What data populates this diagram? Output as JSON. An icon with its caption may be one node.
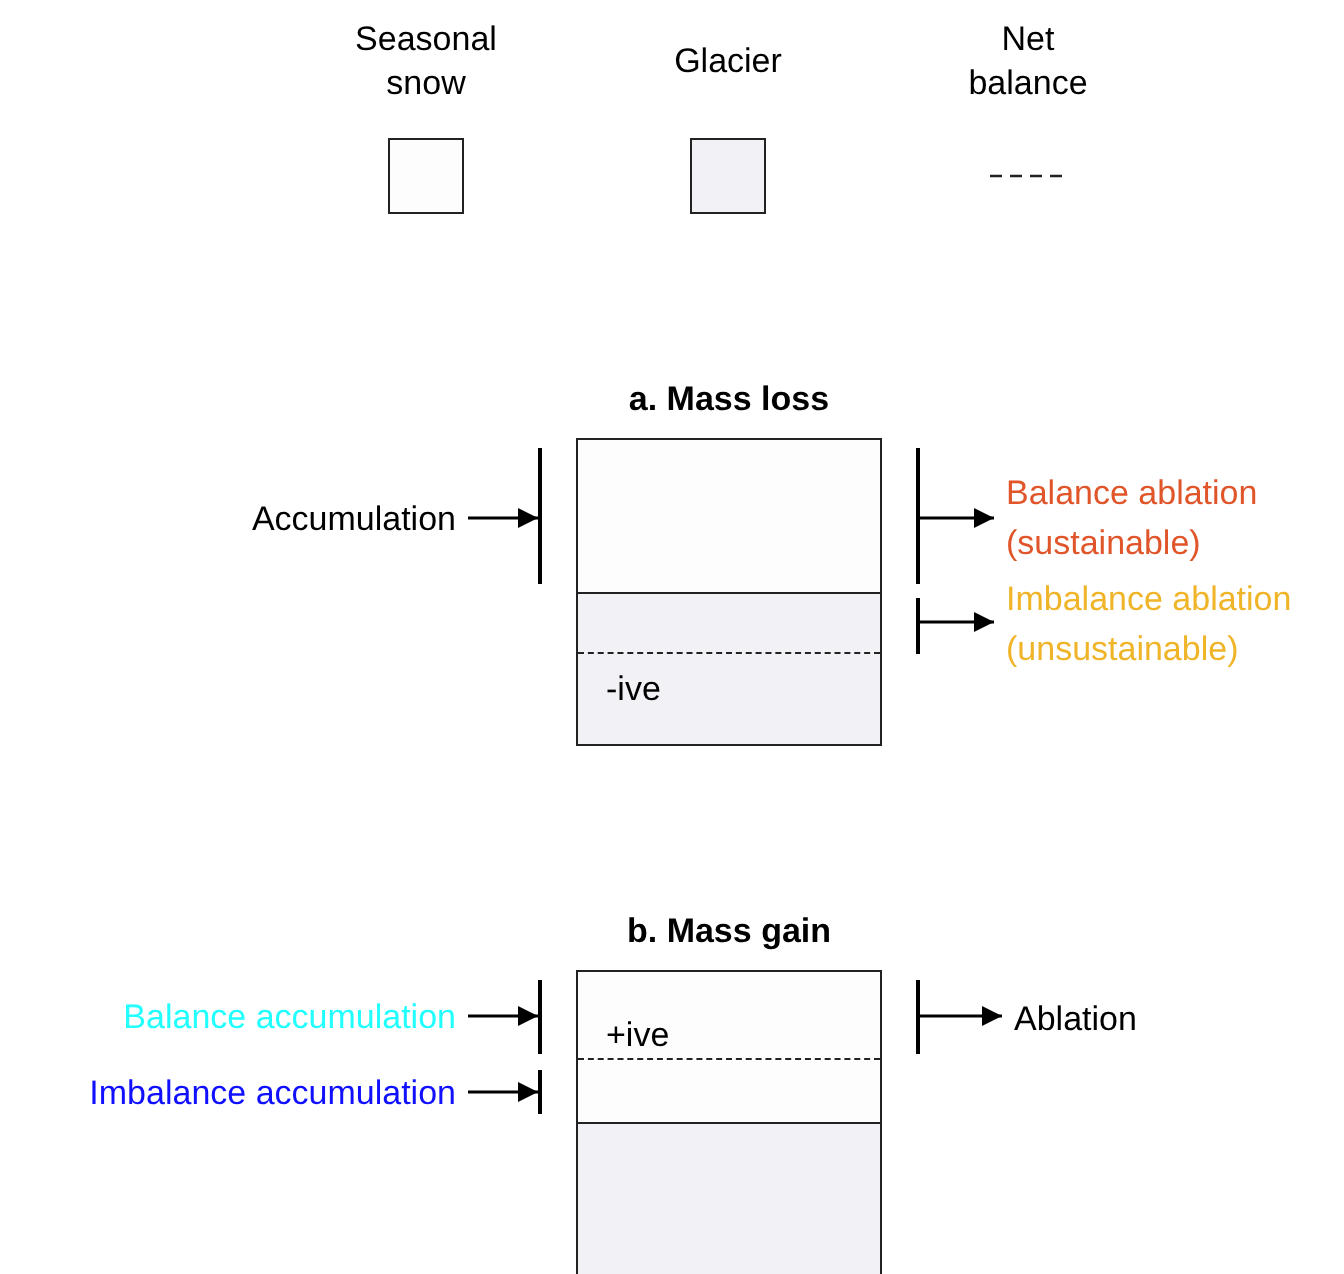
{
  "diagram": {
    "nodes": [
      {
        "text": [
          "Accumulation"
        ]
      },
      {
        "text": [],
        "shape": "bar"
      },
      {
        "text": [
          "a. Mass loss"
        ]
      },
      {
        "text": [],
        "shape": "box",
        "in": 2
      },
      {
        "text": [
          "-ive"
        ],
        "in": 2
      },
      {
        "text": [],
        "shape": "bar"
      },
      {
        "text": [],
        "shape": "bar"
      },
      {
        "text": [
          "Balance ablation (sustainable)"
        ]
      },
      {
        "text": [
          "Imbalance ablation (unsustainable)"
        ]
      },
      {
        "text": [
          "Balance accumulation"
        ]
      },
      {
        "text": [
          "Imbalance accumulation"
        ]
      },
      {
        "text": [],
        "shape": "bar"
      },
      {
        "text": [],
        "shape": "bar"
      },
      {
        "text": [
          "b. Mass gain"
        ]
      },
      {
        "text": [
          "+ive"
        ],
        "in": 13
      },
      {
        "text": [],
        "shape": "box",
        "in": 13
      },
      {
        "text": [],
        "shape": "bar"
      },
      {
        "text": [
          "Ablation"
        ]
      }
    ],
    "edges": [
      {
        "from": 0,
        "to": 1,
        "arrow": "to"
      },
      {
        "from": 5,
        "to": 7,
        "arrow": "to"
      },
      {
        "from": 6,
        "to": 8,
        "arrow": "to"
      },
      {
        "from": 9,
        "to": 11,
        "arrow": "to"
      },
      {
        "from": 10,
        "to": 12,
        "arrow": "to"
      },
      {
        "from": 16,
        "to": 17,
        "arrow": "to"
      }
    ],
    "legend": [
      {
        "text": "Seasonal snow",
        "color": "#fdfdfd"
      },
      {
        "text": "Glacier",
        "color": "#f2f2f6"
      },
      {
        "text": "Net balance"
      }
    ]
  }
}
